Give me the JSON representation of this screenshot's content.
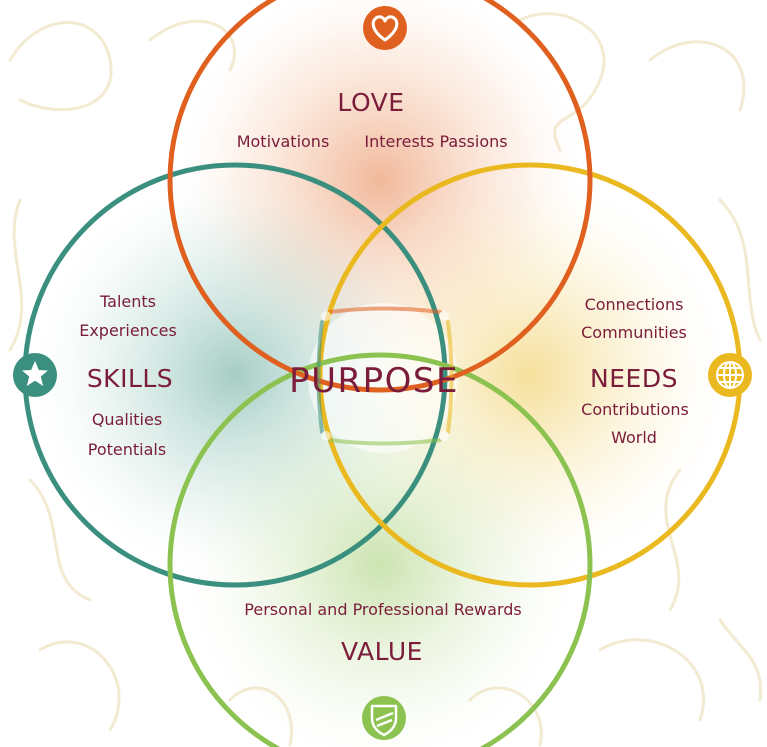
{
  "purpose": "PURPOSE",
  "love": {
    "title": "LOVE",
    "items": [
      "Motivations",
      "Interests Passions"
    ],
    "color": "#e0611f",
    "icon": "heart-icon"
  },
  "skills": {
    "title": "SKILLS",
    "items": [
      "Talents",
      "Experiences",
      "Qualities",
      "Potentials"
    ],
    "color": "#3a8f7e",
    "icon": "star-icon"
  },
  "needs": {
    "title": "NEEDS",
    "items": [
      "Connections",
      "Communities",
      "Contributions",
      "World"
    ],
    "color": "#eab81f",
    "icon": "globe-icon"
  },
  "value": {
    "title": "VALUE",
    "items": [
      "Personal and Professional Rewards"
    ],
    "color": "#8cc250",
    "icon": "shield-icon"
  },
  "text_color": "#7a1c3a"
}
